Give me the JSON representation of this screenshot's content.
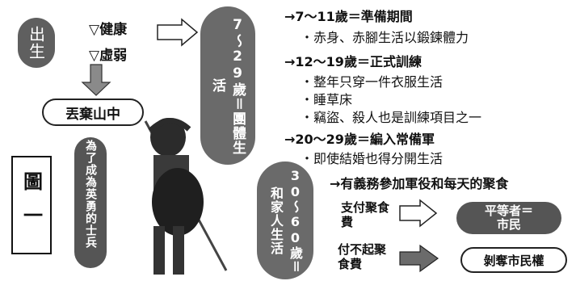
{
  "birth": {
    "label": "出生"
  },
  "branches": {
    "healthy": "▽健康",
    "weak": "▽虛弱"
  },
  "abandon": {
    "label": "丟棄山中"
  },
  "stage1": {
    "label": "7〜29歲＝團體生活"
  },
  "stage2": {
    "label": "30〜60歲＝和家人生活"
  },
  "soldier_caption": "為了成為英勇的士兵",
  "figure_label": "圖一",
  "timeline": {
    "p1": "→7〜11歲＝準備期間",
    "p1_1": "・赤身、赤腳生活以鍛鍊體力",
    "p2": "→12〜19歲＝正式訓練",
    "p2_1": "・整年只穿一件衣服生活",
    "p2_2": "・睡草床",
    "p2_3": "・竊盜、殺人也是訓練項目之一",
    "p3": "→20〜29歲＝編入常備軍",
    "p3_1": "・即使結婚也得分開生活",
    "p4": "→有義務參加軍役和每天的聚食"
  },
  "outcomes": {
    "pay": "支付聚食費",
    "cannot_pay": "付不起聚食費",
    "citizen": "平等者＝市民",
    "deprived": "剝奪市民權"
  }
}
